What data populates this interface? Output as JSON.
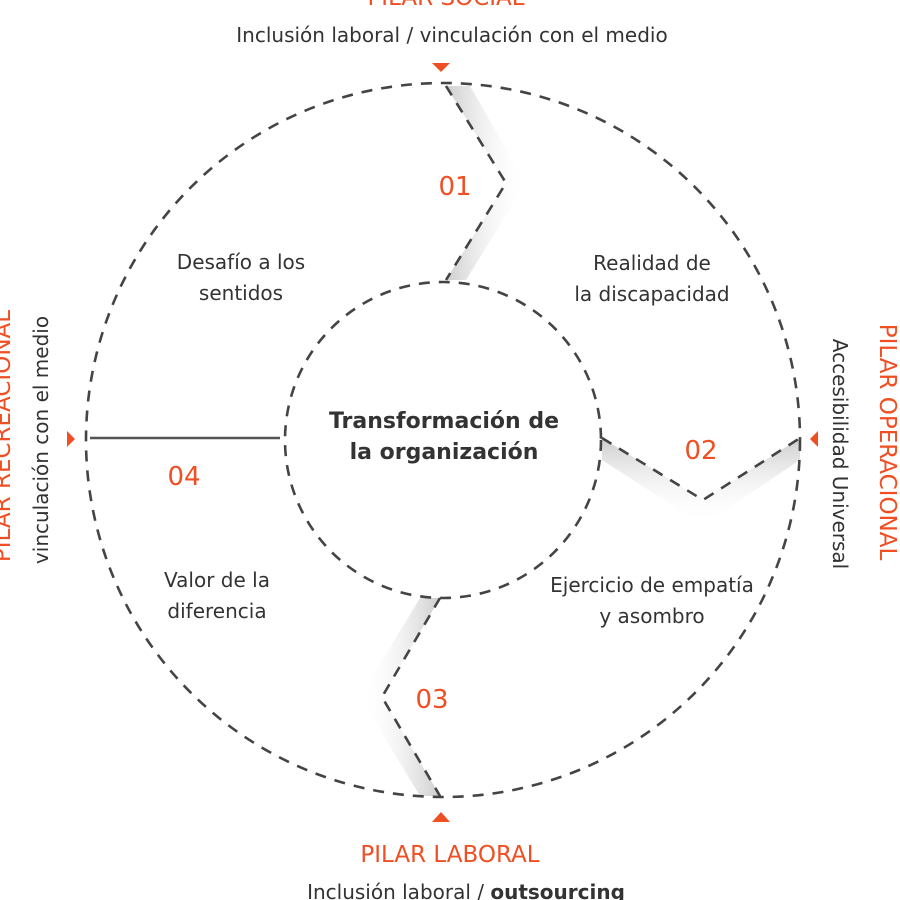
{
  "colors": {
    "accent": "#f04e23",
    "text": "#333333",
    "line": "#444444"
  },
  "center": {
    "line1": "Transformación de",
    "line2": "la organización"
  },
  "pillars": {
    "top": {
      "title": "PILAR SOCIAL",
      "subtitle": "Inclusión laboral / vinculación con el medio"
    },
    "right": {
      "title": "PILAR OPERACIONAL",
      "subtitle": "Accesibilidad Universal"
    },
    "bottom": {
      "title": "PILAR LABORAL",
      "subtitle_plain": "Inclusión laboral / ",
      "subtitle_bold": "outsourcing"
    },
    "left": {
      "title": "PILAR RECREACIONAL",
      "subtitle": "vinculación con el medio"
    }
  },
  "steps": [
    {
      "number": "01"
    },
    {
      "number": "02"
    },
    {
      "number": "03"
    },
    {
      "number": "04"
    }
  ],
  "quadrants": {
    "top_left": {
      "line1": "Desafío a los",
      "line2": "sentidos"
    },
    "top_right": {
      "line1": "Realidad de",
      "line2": "la discapacidad"
    },
    "bottom_right": {
      "line1": "Ejercicio de empatía",
      "line2": "y asombro"
    },
    "bottom_left": {
      "line1": "Valor de la",
      "line2": "diferencia"
    }
  }
}
